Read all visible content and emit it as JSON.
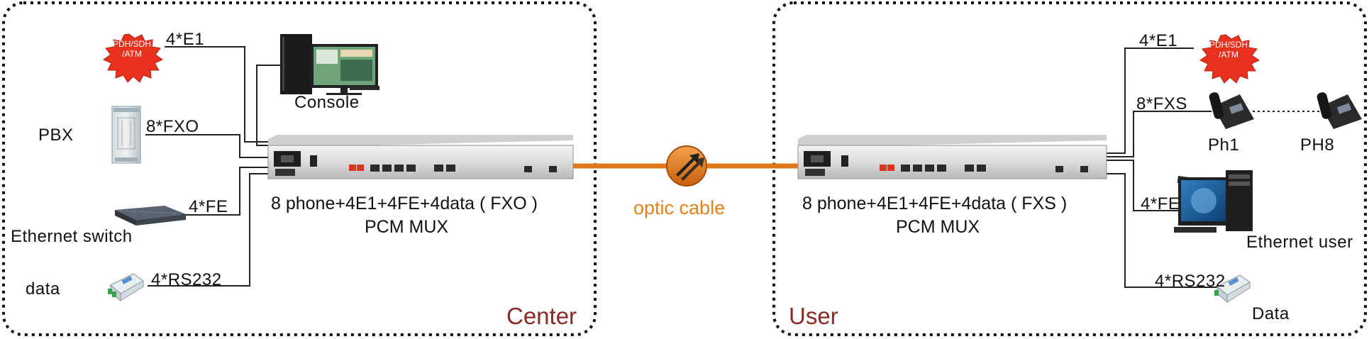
{
  "left": {
    "region": "Center",
    "burst_text": "PDH/SDH\n/ATM",
    "e1_label": "4*E1",
    "console_label": "Console",
    "pbx_label": "PBX",
    "fxo_label": "8*FXO",
    "fe_label": "4*FE",
    "switch_label": "Ethernet switch",
    "data_label": "data",
    "rs232_label": "4*RS232",
    "device_line1": "8 phone+4E1+4FE+4data  ( FXO )",
    "device_line2": "PCM MUX"
  },
  "right": {
    "region": "User",
    "burst_text": "PDH/SDH\n/ATM",
    "e1_label": "4*E1",
    "fxs_label": "8*FXS",
    "ph1_label": "Ph1",
    "ph8_label": "PH8",
    "fe_label": "4*FE",
    "eth_user_label": "Ethernet user",
    "rs232_label": "4*RS232",
    "data_label": "Data",
    "device_line1": "8 phone+4E1+4FE+4data  ( FXS )",
    "device_line2": "PCM MUX"
  },
  "center": {
    "cable_label": "optic cable"
  },
  "colors": {
    "cable": "#e2781c",
    "region_text": "#8a2a24",
    "burst": "#e8321e",
    "frame": "#111111"
  },
  "icons": [
    "pdh-sdh-burst-icon",
    "computer-icon",
    "pbx-cabinet-icon",
    "ethernet-switch-icon",
    "rs232-converter-icon",
    "pcm-mux-device-icon",
    "ip-phone-icon",
    "optic-connector-icon"
  ]
}
